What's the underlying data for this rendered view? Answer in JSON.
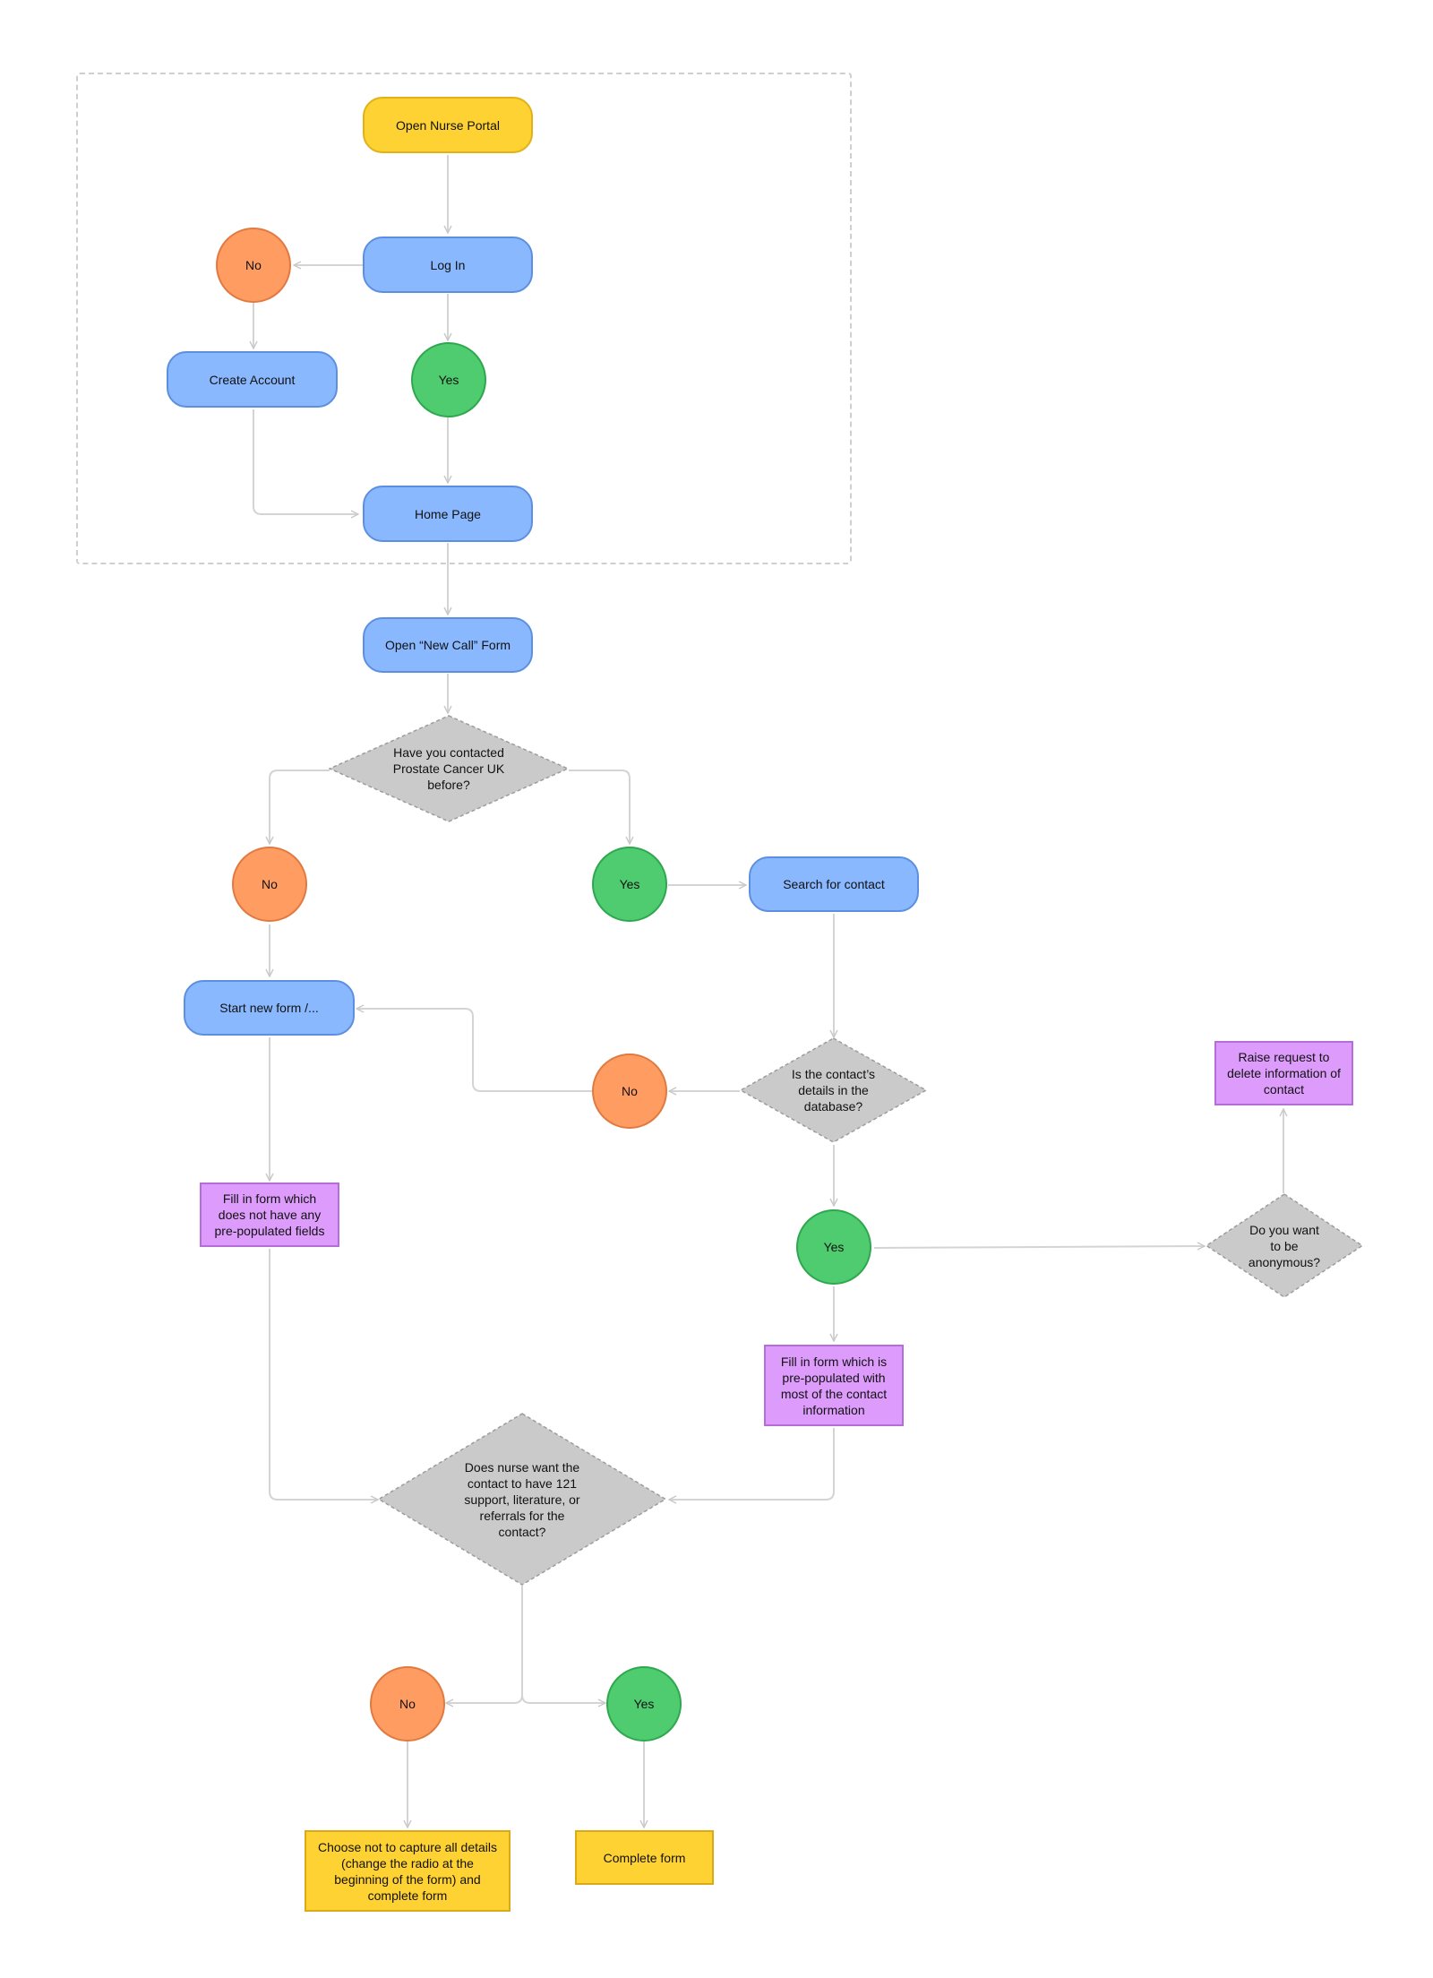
{
  "nodes": {
    "open_portal": "Open Nurse Portal",
    "log_in": "Log In",
    "login_no": "No",
    "create_account": "Create Account",
    "login_yes": "Yes",
    "home_page": "Home Page",
    "new_call_form": "Open “New Call” Form",
    "q_contacted_before": "Have you contacted Prostate Cancer UK before?",
    "contacted_no": "No",
    "contacted_yes": "Yes",
    "search_contact": "Search for contact",
    "start_new_form": "Start new form /...",
    "q_in_database": "Is the contact’s details in the database?",
    "database_no": "No",
    "database_yes": "Yes",
    "raise_request": "Raise request to delete information of contact",
    "q_anonymous": "Do you want to be anonymous?",
    "fill_empty_form": "Fill in form which does not have any pre-populated fields",
    "fill_prepopulated_form": "Fill in form which is pre-populated with most of the contact information",
    "q_support": "Does nurse want the contact to have 121 support, literature, or referrals for the contact?",
    "support_no": "No",
    "support_yes": "Yes",
    "choose_not_capture": "Choose not to capture all details (change the radio at the beginning of the form) and complete form",
    "complete_form": "Complete form"
  },
  "colors": {
    "blue": "#89b8ff",
    "yellow": "#fed233",
    "orange": "#ff9c61",
    "green": "#4fcc6f",
    "purple": "#dd9cfb",
    "grey_decision": "#cbcaca",
    "connector": "#d4d4d4"
  }
}
